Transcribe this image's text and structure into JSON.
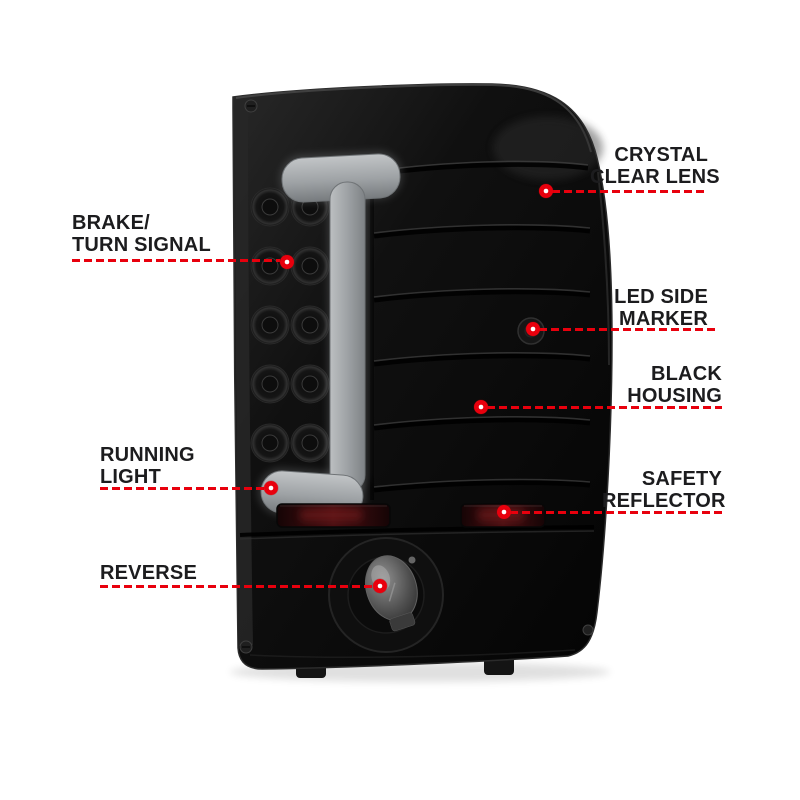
{
  "page": {
    "background": "#ffffff"
  },
  "style": {
    "accent_red": "#e8000d",
    "label_color": "#1c1c1e",
    "body_color": "#0a0a0a",
    "light_bar_color": "#9ea2a5",
    "reflector_color": "#4a1013"
  },
  "figure": {
    "name": "smoked-led-tail-light-photo"
  },
  "callouts": [
    {
      "id": "brake-turn-signal",
      "side": "left",
      "lines": [
        "BRAKE/",
        "TURN SIGNAL"
      ]
    },
    {
      "id": "running-light",
      "side": "left",
      "lines": [
        "RUNNING",
        "LIGHT"
      ]
    },
    {
      "id": "reverse",
      "side": "left",
      "lines": [
        "REVERSE"
      ]
    },
    {
      "id": "crystal-clear-lens",
      "side": "right",
      "lines": [
        "CRYSTAL",
        "CLEAR LENS"
      ]
    },
    {
      "id": "led-side-marker",
      "side": "right",
      "lines": [
        "LED SIDE",
        "MARKER"
      ]
    },
    {
      "id": "black-housing",
      "side": "right",
      "lines": [
        "BLACK",
        "HOUSING"
      ]
    },
    {
      "id": "safety-reflector",
      "side": "right",
      "lines": [
        "SAFETY",
        "REFLECTOR"
      ]
    }
  ]
}
